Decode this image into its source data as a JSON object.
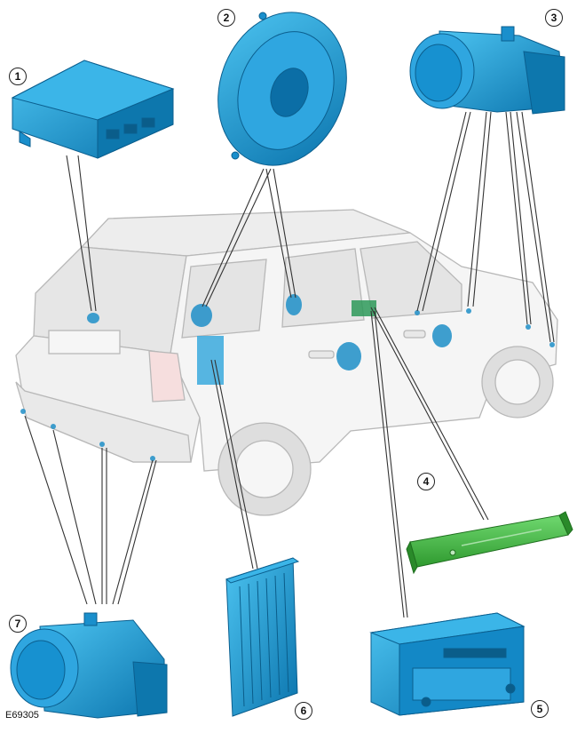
{
  "figure_id": "E69305",
  "callouts": [
    "1",
    "2",
    "3",
    "4",
    "5",
    "6",
    "7"
  ],
  "colors": {
    "component_blue": "#1aa3dc",
    "component_blue_dark": "#0b6ea6",
    "component_green": "#3fbf3f",
    "vehicle_body": "#f2f2f2",
    "vehicle_outline": "#b8b8b8",
    "leader_line": "#333333"
  },
  "components": [
    {
      "callout": "1",
      "icon": "control-module-icon"
    },
    {
      "callout": "2",
      "icon": "speaker-icon"
    },
    {
      "callout": "3",
      "icon": "parking-sensor-icon"
    },
    {
      "callout": "4",
      "icon": "antenna-strip-icon"
    },
    {
      "callout": "5",
      "icon": "head-unit-icon"
    },
    {
      "callout": "6",
      "icon": "amplifier-icon"
    },
    {
      "callout": "7",
      "icon": "parking-sensor-icon"
    }
  ]
}
